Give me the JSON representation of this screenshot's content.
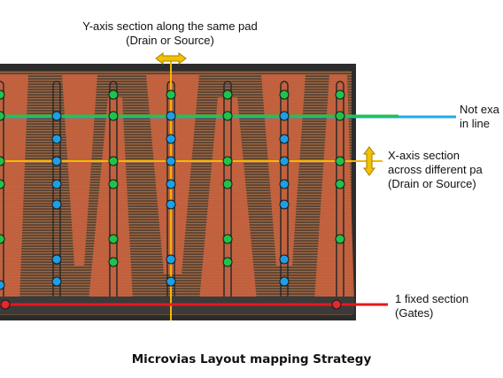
{
  "labels": {
    "y_section_line1": "Y-axis section along the same pad",
    "y_section_line2": "(Drain or Source)",
    "not_exact_line1": "Not exa",
    "not_exact_line2": "in line",
    "x_section_line1": "X-axis section",
    "x_section_line2": "across different pa",
    "x_section_line3": "(Drain or Source)",
    "fixed_line1": "1 fixed section",
    "fixed_line2": "(Gates)"
  },
  "caption": "Microvias Layout mapping Strategy",
  "colors": {
    "die_background": "#3a3a3a",
    "copper_pad": "#c8633f",
    "stripe": "#8a5a3a",
    "via_green": "#1fc24a",
    "via_blue": "#1e9ee6",
    "via_red": "#e8262b",
    "line_yellow": "#f5b800",
    "line_green": "#22c24f",
    "line_cyan": "#20a8e8",
    "line_red": "#e5191c",
    "arrow_fill": "#f2c100"
  }
}
